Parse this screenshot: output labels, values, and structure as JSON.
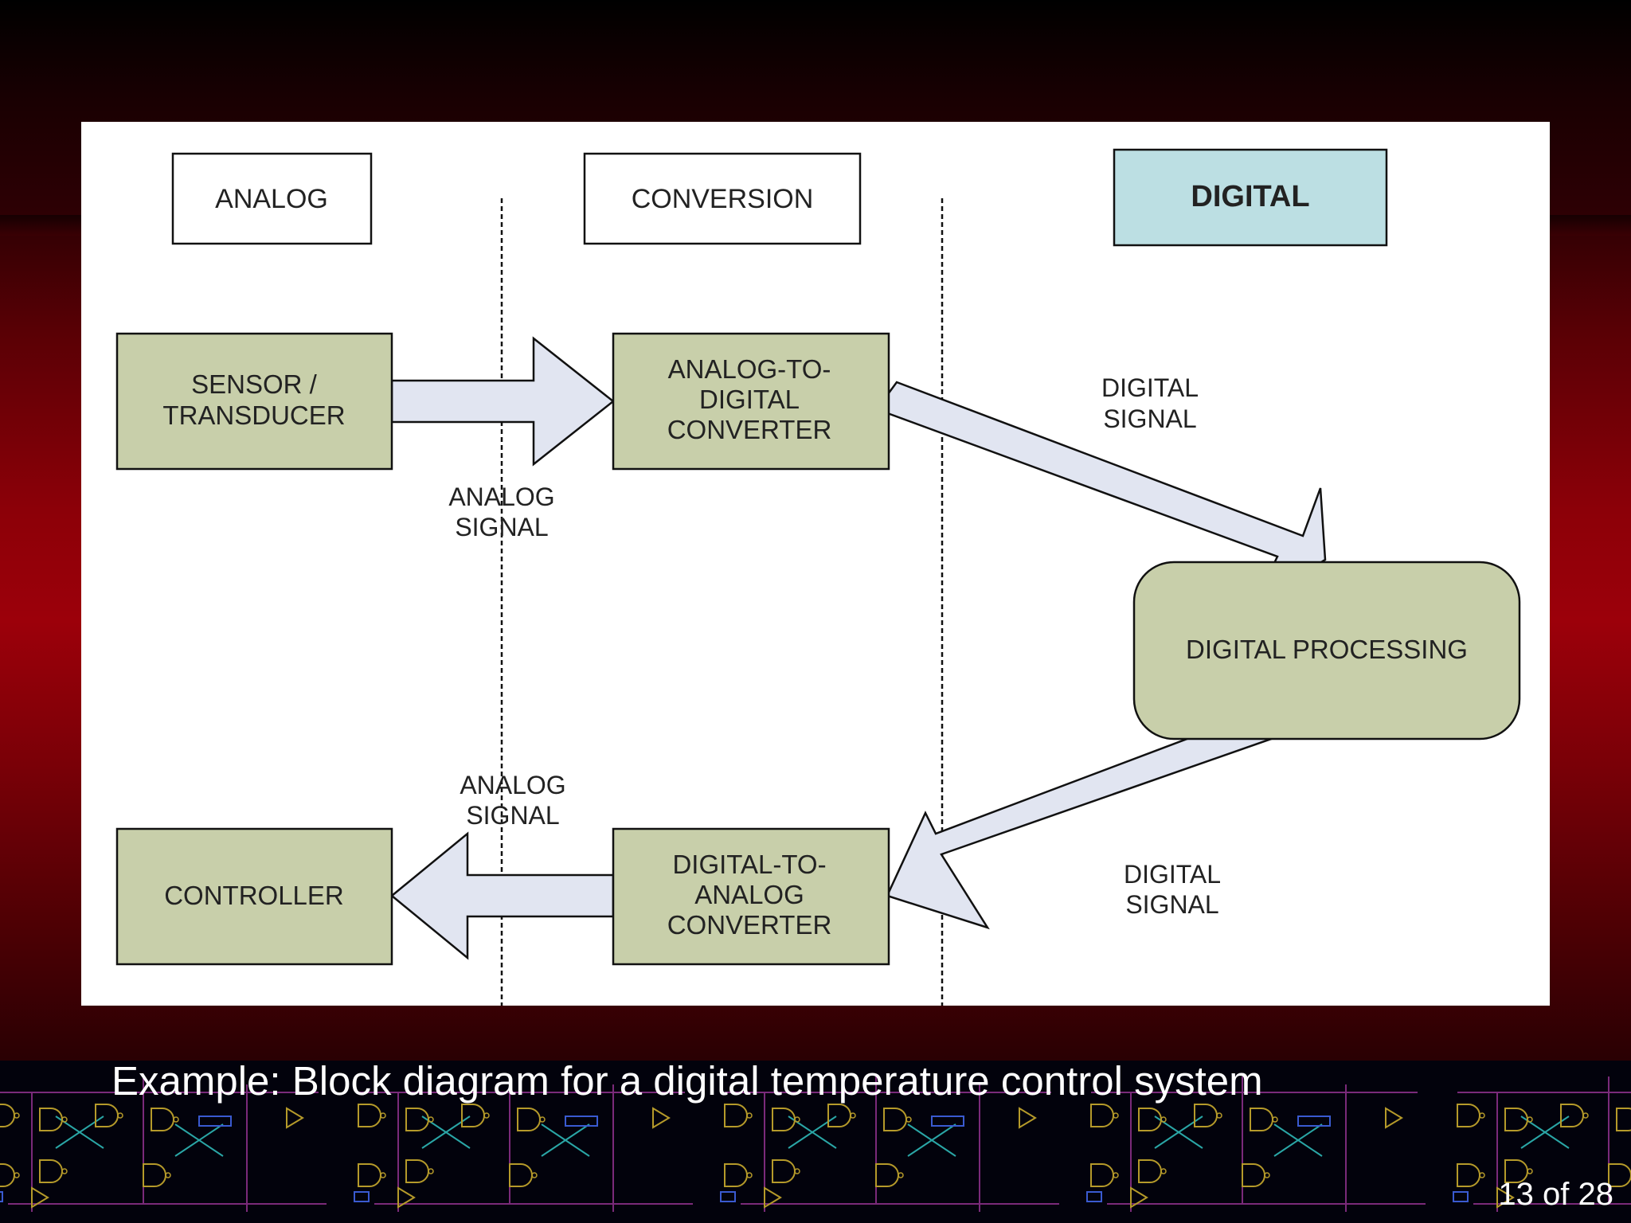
{
  "columns": {
    "analog": "ANALOG",
    "conversion": "CONVERSION",
    "digital": "DIGITAL"
  },
  "blocks": {
    "sensor": [
      "SENSOR /",
      "TRANSDUCER"
    ],
    "adc": [
      "ANALOG-TO-",
      "DIGITAL",
      "CONVERTER"
    ],
    "processing": "DIGITAL PROCESSING",
    "dac": [
      "DIGITAL-TO-",
      "ANALOG",
      "CONVERTER"
    ],
    "controller": "CONTROLLER"
  },
  "signals": {
    "analog_top": [
      "ANALOG",
      "SIGNAL"
    ],
    "digital_top": [
      "DIGITAL",
      "SIGNAL"
    ],
    "digital_bottom": [
      "DIGITAL",
      "SIGNAL"
    ],
    "analog_bottom": [
      "ANALOG",
      "SIGNAL"
    ]
  },
  "caption": "Example: Block diagram for a digital temperature control system",
  "page_counter": "13 of 28",
  "colors": {
    "block_fill": "#c8cfaa",
    "digital_header_fill": "#bcdfe3",
    "arrow_fill": "#e1e5f1",
    "circuit_line": "#b59a2a",
    "circuit_wire": "#8a2a8a"
  }
}
